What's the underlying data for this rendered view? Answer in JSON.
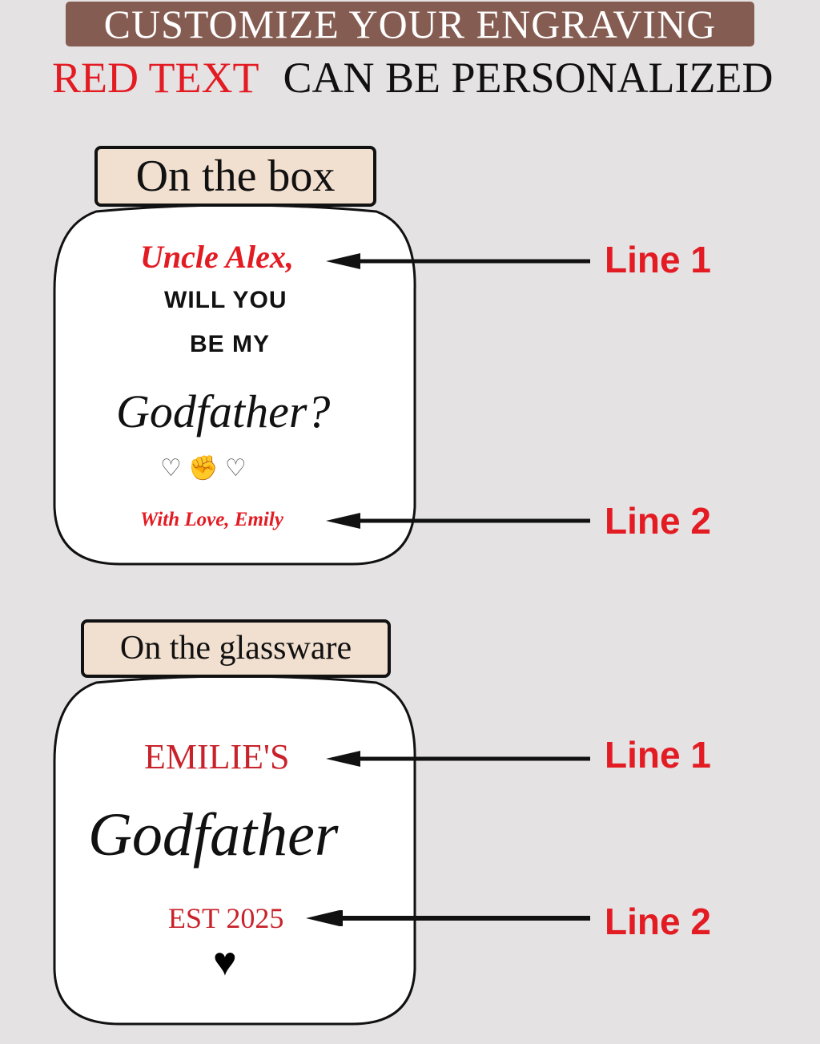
{
  "header": {
    "title": "CUSTOMIZE YOUR ENGRAVING",
    "subtitle_red": "RED TEXT",
    "subtitle_black": "CAN BE PERSONALIZED"
  },
  "box": {
    "tag": "On the box",
    "line1": "Uncle Alex,",
    "text1": "WILL YOU",
    "text2": "BE MY",
    "script": "Godfather?",
    "line2": "With Love, Emily",
    "label1": "Line 1",
    "label2": "Line 2"
  },
  "glass": {
    "tag": "On the glassware",
    "line1": "EMILIE'S",
    "script": "Godfather",
    "line2": "EST 2025",
    "label1": "Line 1",
    "label2": "Line 2"
  },
  "colors": {
    "accent": "#e31b23",
    "banner": "#855c51",
    "tag": "#f1dfcf",
    "background": "#e4e2e3"
  }
}
